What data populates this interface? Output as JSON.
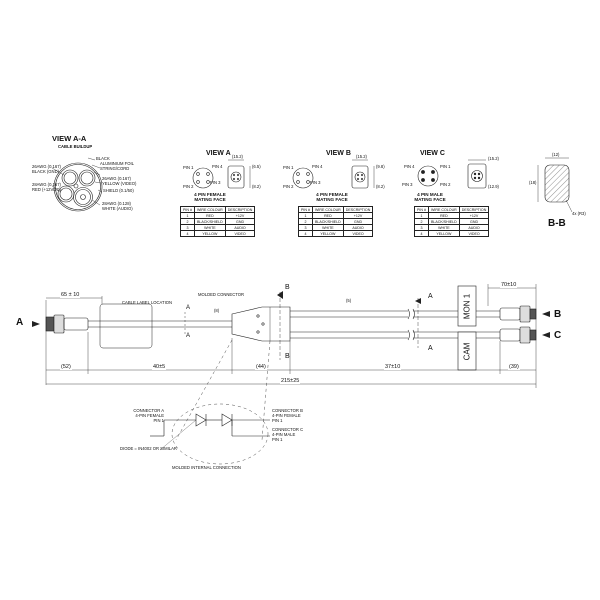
{
  "view_aa": {
    "title": "VIEW A-A",
    "subtitle": "CABLE BUILDUP",
    "labels": [
      "BLACK",
      "ALUMINIUM FOIL",
      "STRING/CORD",
      "26AWG (0.167)",
      "BLACK (GND)",
      "28AWG (0.167)",
      "RED (+12VDC)",
      "26AWG (0.167)",
      "YELLOW (VIDEO)",
      "SHIELD (0.1/50)",
      "28AWG (0.128)",
      "WHITE (AUDIO)"
    ]
  },
  "view_a": {
    "title": "VIEW A",
    "mating": [
      "4 PIN FEMALE",
      "MATING FACE"
    ],
    "pins": [
      "PIN 1",
      "PIN 4",
      "PIN 2",
      "PIN 3"
    ],
    "dims": [
      "(15.2)",
      "(6.5)",
      "(8.2)"
    ]
  },
  "view_b": {
    "title": "VIEW B",
    "mating": [
      "4 PIN FEMALE",
      "MATING FACE"
    ],
    "pins": [
      "PIN 1",
      "PIN 4",
      "PIN 2",
      "PIN 3"
    ],
    "dims": [
      "(15.2)",
      "(9.8)",
      "(8.2)"
    ]
  },
  "view_c": {
    "title": "VIEW C",
    "mating": [
      "4 PIN MALE",
      "MATING FACE"
    ],
    "pins": [
      "PIN 4",
      "PIN 1",
      "PIN 3",
      "PIN 2"
    ],
    "dims": [
      "(15.2)",
      "(12.9)"
    ]
  },
  "pin_table": {
    "headers": [
      "PIN #",
      "WIRE COLOUR",
      "DESCRIPTION"
    ],
    "rows": [
      [
        "1",
        "RED",
        "+12V"
      ],
      [
        "2",
        "BLACK/SHIELD",
        "GND"
      ],
      [
        "3",
        "WHITE",
        "AUDIO"
      ],
      [
        "4",
        "YELLOW",
        "VIDEO"
      ]
    ]
  },
  "bb": {
    "title": "B-B",
    "dim_top": "(12)",
    "dim_side": "(18)",
    "radius": "4x (R3)"
  },
  "main": {
    "arrow_a": "A",
    "arrow_b": "B",
    "arrow_c": "C",
    "section_a": "A",
    "section_b": "B",
    "dim_65": "65 ± 10",
    "dim_70": "70±10",
    "dim_52": "(52)",
    "dim_40": "40±5",
    "dim_44": "(44)",
    "dim_37": "37±10",
    "dim_39": "(39)",
    "dim_215": "215±25",
    "dim_8": "(8)",
    "dim_5": "(5)",
    "cable_label": "CABLE LABEL LOCATION",
    "molded_connector": "MOLDED CONNECTOR",
    "mon1": "MON 1",
    "cam": "CAM"
  },
  "schematic": {
    "conn_a": [
      "CONNECTOR A",
      "4-PIN FEMALE",
      "PIN 1"
    ],
    "conn_b": [
      "CONNECTOR B",
      "4-PIN FEMALE",
      "PIN 1"
    ],
    "conn_c": [
      "CONNECTOR C",
      "4-PIN MALE",
      "PIN 1"
    ],
    "diode": "DIODE = IN4002 OR SIMILAR",
    "internal": "MOLDED INTERNAL CONNECTION"
  }
}
